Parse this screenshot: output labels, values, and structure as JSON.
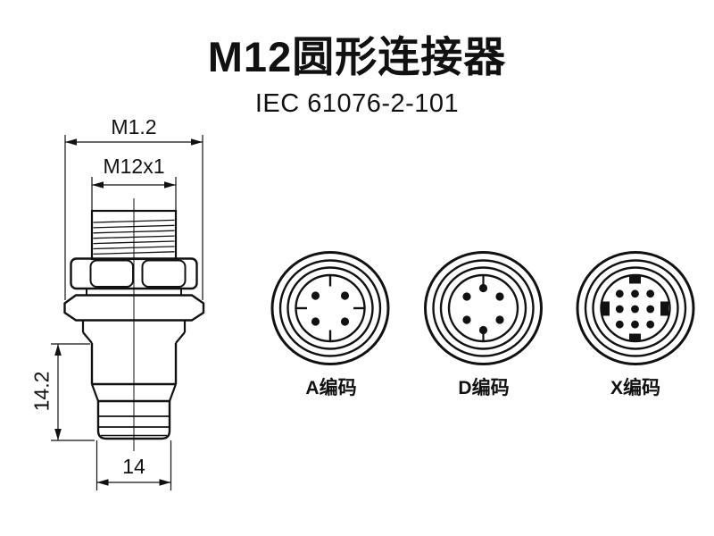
{
  "page": {
    "background_color": "#ffffff",
    "line_color": "#111111",
    "description": "Technical diagram of an M12 circular connector with side-view dimensioned drawing and three coding face views"
  },
  "header": {
    "title": "M12圆形连接器",
    "subtitle": "IEC 61076-2-101"
  },
  "side_view": {
    "name": "M12 connector side view drawing",
    "dimensions": {
      "outer_width": "M1.2",
      "thread_spec": "M12x1",
      "body_length": "14.2",
      "tip_width": "14"
    }
  },
  "codings": [
    {
      "id": "A",
      "label": "A编码",
      "pins_shown": 4
    },
    {
      "id": "D",
      "label": "D编码",
      "pins_shown": 6
    },
    {
      "id": "X",
      "label": "X编码",
      "pins_shown": 9
    }
  ]
}
